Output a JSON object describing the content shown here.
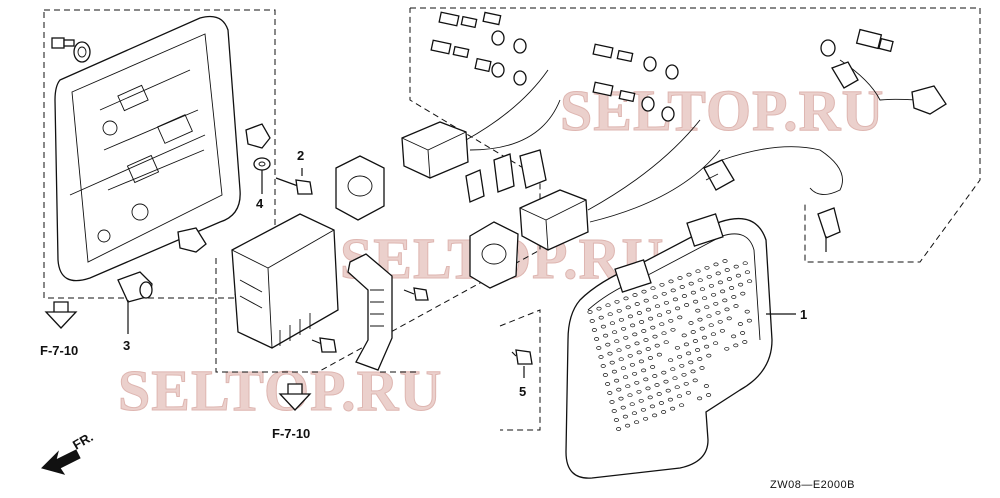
{
  "labels": {
    "ref_1": "1",
    "ref_2": "2",
    "ref_3": "3",
    "ref_4": "4",
    "ref_5": "5",
    "fig_ref_left": "F-7-10",
    "fig_ref_center": "F-7-10",
    "front_arrow": "FR.",
    "diagram_code": "ZW08—E2000B"
  },
  "watermark": {
    "text_top": "SELTOP.RU",
    "text_middle": "SELTOP.RU",
    "text_bottom": "SELTOP.RU",
    "color": "#e3b9b3"
  }
}
